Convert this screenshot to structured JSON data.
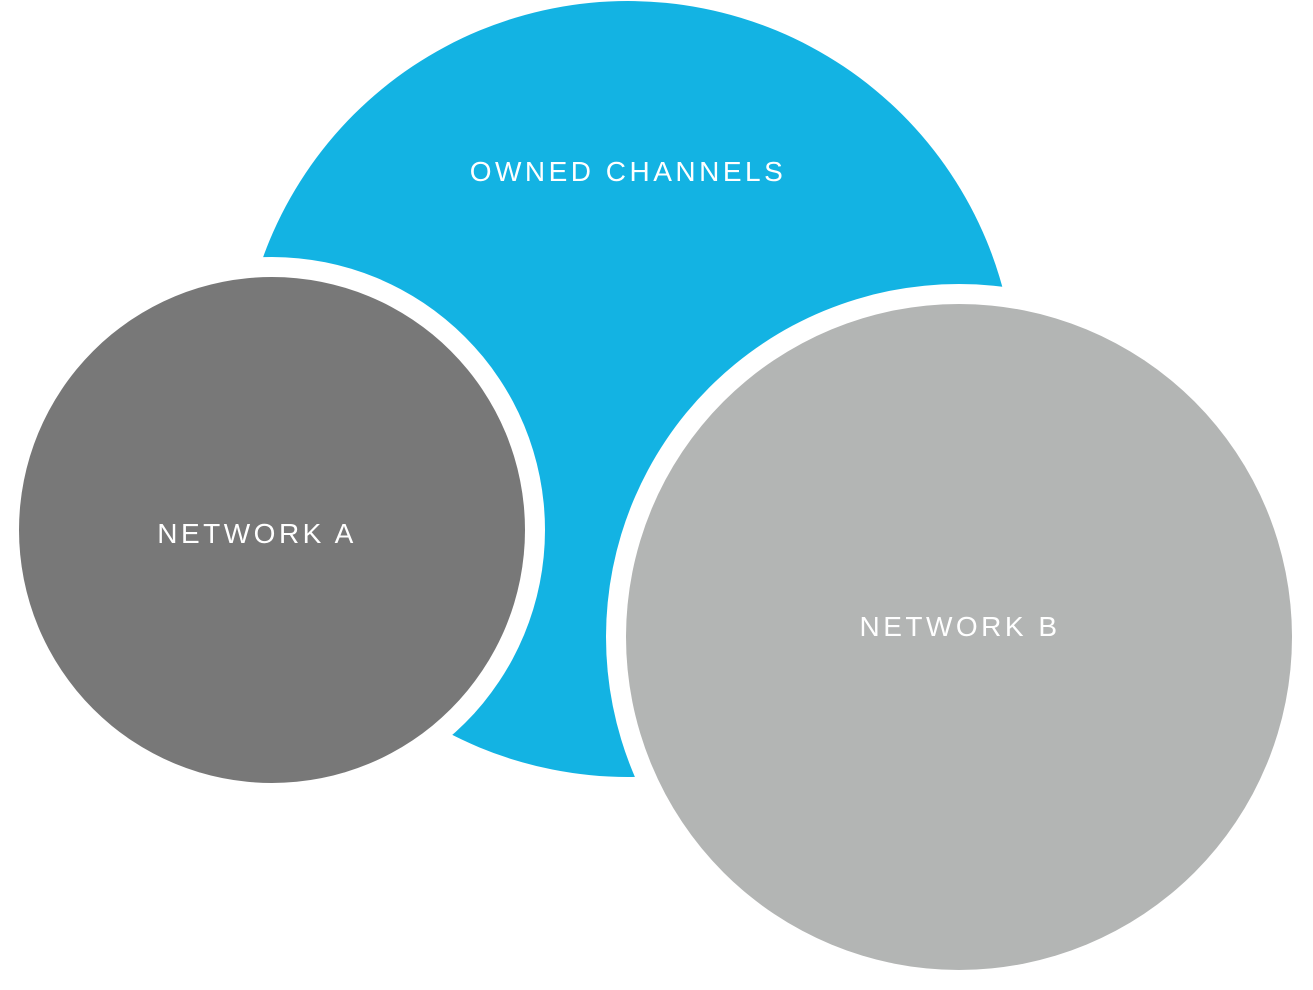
{
  "diagram": {
    "colors": {
      "background": "#ffffff",
      "owned_channels": "#13b3e3",
      "network_a": "#787878",
      "network_b": "#b3b5b4",
      "label": "#ffffff"
    },
    "circles": [
      {
        "id": "owned-channels",
        "label": "OWNED CHANNELS"
      },
      {
        "id": "network-a",
        "label": "NETWORK A"
      },
      {
        "id": "network-b",
        "label": "NETWORK B"
      }
    ]
  }
}
